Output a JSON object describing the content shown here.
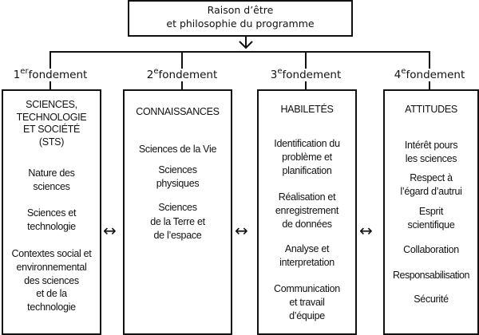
{
  "top": {
    "line1": "Raison d’être",
    "line2": "et philosophie du programme"
  },
  "foundations": [
    {
      "num": "1",
      "sup": "er",
      "word": "fondement",
      "title": [
        "SCIENCES,",
        "TECHNOLOGIE",
        "ET SOCIÉTÉ",
        "(STS)"
      ],
      "items": [
        [
          "Nature des",
          "sciences"
        ],
        [
          "Sciences et",
          "technologie"
        ],
        [
          "Contextes social et",
          "environnemental",
          "des sciences",
          "et de la",
          "technologie"
        ]
      ]
    },
    {
      "num": "2",
      "sup": "e",
      "word": "fondement",
      "title": [
        "CONNAISSANCES"
      ],
      "items": [
        [
          "Sciences de la Vie"
        ],
        [
          "Sciences",
          "physiques"
        ],
        [
          "Sciences",
          "de la Terre et",
          "de l’espace"
        ]
      ]
    },
    {
      "num": "3",
      "sup": "e",
      "word": "fondement",
      "title": [
        "HABILETÉS"
      ],
      "items": [
        [
          "Identification du",
          "problème et",
          "planification"
        ],
        [
          "Réalisation et",
          "enregistrement",
          "de données"
        ],
        [
          "Analyse et",
          "interpretation"
        ],
        [
          "Communication",
          "et travail",
          "d’équipe"
        ]
      ]
    },
    {
      "num": "4",
      "sup": "e",
      "word": "fondement",
      "title": [
        "ATTITUDES"
      ],
      "items": [
        [
          "Intérêt  pours",
          "les sciences"
        ],
        [
          "Respect à",
          "l’égard d’autrui"
        ],
        [
          "Esprit",
          "scientifique"
        ],
        [
          "Collaboration"
        ],
        [
          "Responsabilisation"
        ],
        [
          "Sécurité"
        ]
      ]
    }
  ],
  "connector": "↔",
  "arrow": "↓"
}
